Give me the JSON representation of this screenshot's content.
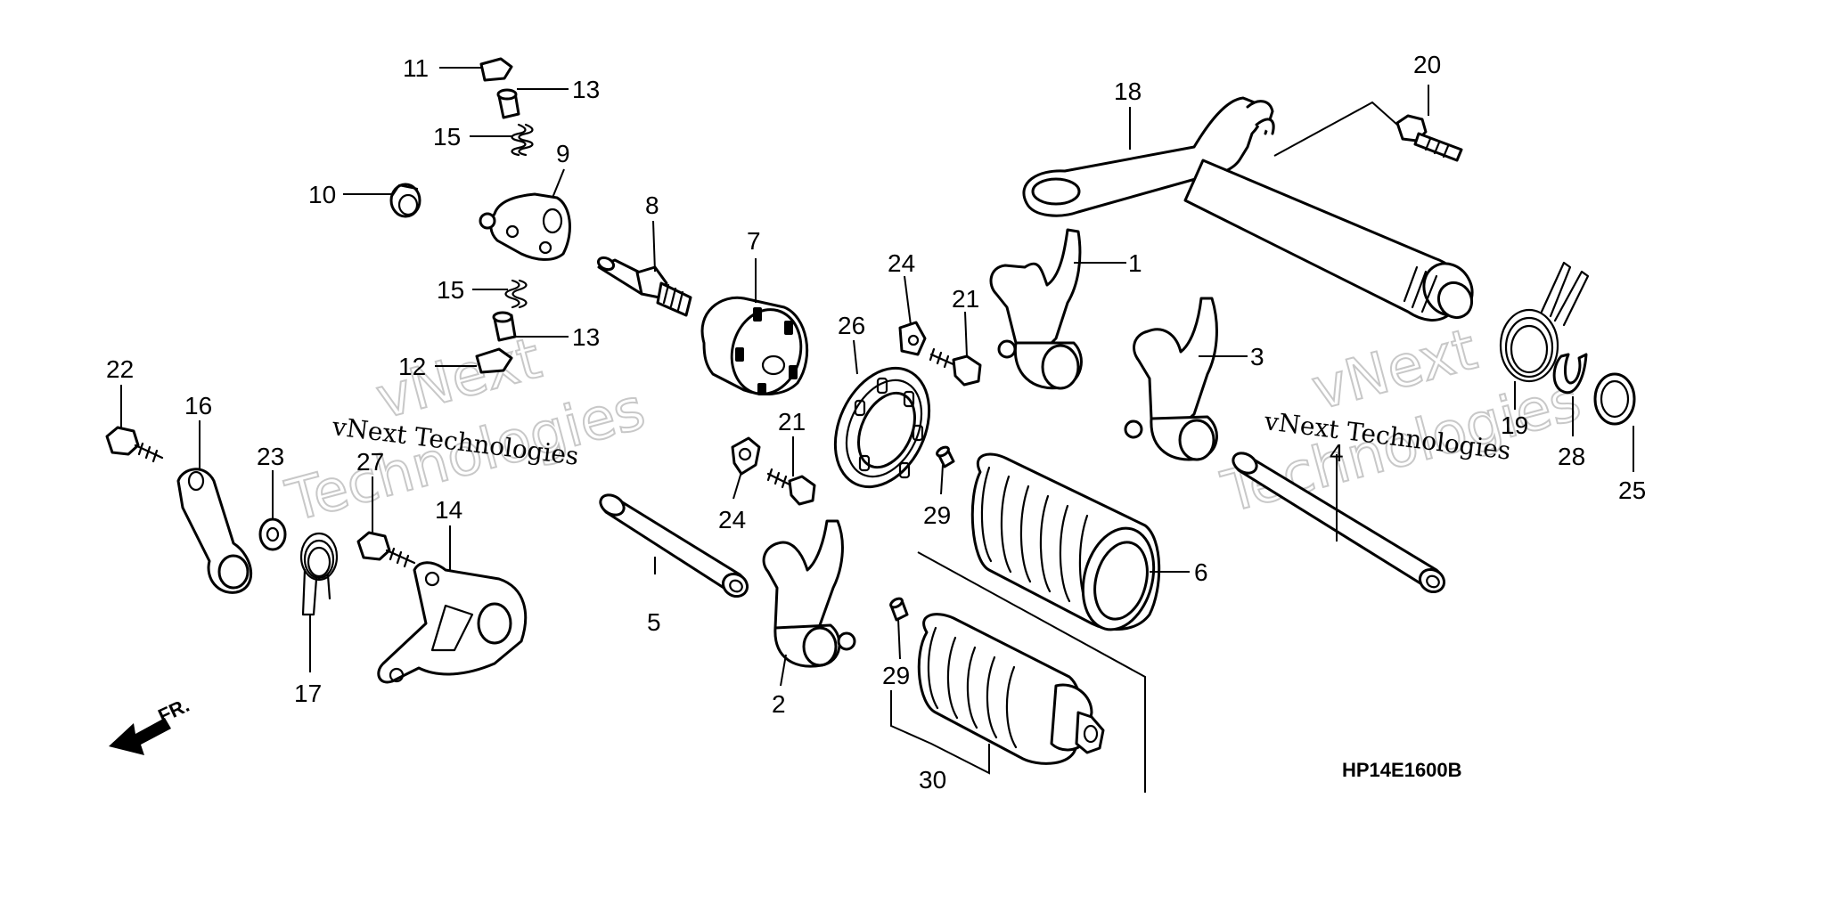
{
  "diagram_code": "HP14E1600B",
  "front_marker": "FR.",
  "watermarks": [
    {
      "id": "left",
      "brand": "vNext",
      "line1": "vNext Technologies",
      "line2": "Technologies"
    },
    {
      "id": "right",
      "brand": "vNext",
      "line1": "vNext Technologies",
      "line2": "Technologies"
    }
  ],
  "callouts": {
    "p1": "1",
    "p2": "2",
    "p3": "3",
    "p4": "4",
    "p5": "5",
    "p6": "6",
    "p7": "7",
    "p8": "8",
    "p9": "9",
    "p10": "10",
    "p11": "11",
    "p12": "12",
    "p13a": "13",
    "p13b": "13",
    "p14": "14",
    "p15a": "15",
    "p15b": "15",
    "p16": "16",
    "p17": "17",
    "p18": "18",
    "p19": "19",
    "p20": "20",
    "p21a": "21",
    "p21b": "21",
    "p22": "22",
    "p23": "23",
    "p24a": "24",
    "p24b": "24",
    "p25": "25",
    "p26": "26",
    "p27": "27",
    "p28": "28",
    "p29a": "29",
    "p29b": "29",
    "p30": "30"
  }
}
